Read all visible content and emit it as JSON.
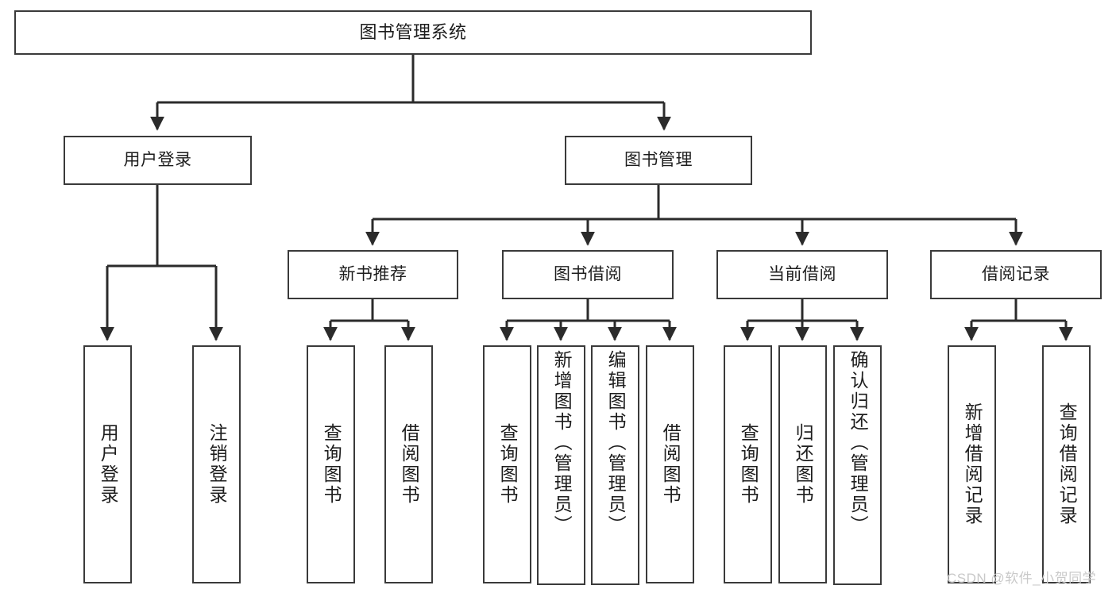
{
  "diagram": {
    "title": "图书管理系统",
    "type": "tree",
    "orientation": "top-down",
    "colors": {
      "box_border": "#3a3a3a",
      "box_fill": "#ffffff",
      "edge": "#2b2b2b",
      "text": "#1d1d1d",
      "watermark": "#c9c9c9",
      "background": "#ffffff"
    },
    "watermark": "CSDN @软件_小贺同学",
    "levels": {
      "root": {
        "label": "图书管理系统"
      },
      "level2": [
        {
          "label": "用户登录"
        },
        {
          "label": "图书管理"
        }
      ],
      "level3": [
        {
          "label": "新书推荐"
        },
        {
          "label": "图书借阅"
        },
        {
          "label": "当前借阅"
        },
        {
          "label": "借阅记录"
        }
      ],
      "leaves": {
        "user_login": [
          {
            "label": "用户登录"
          },
          {
            "label": "注销登录"
          }
        ],
        "new_book_recommend": [
          {
            "label": "查询图书"
          },
          {
            "label": "借阅图书"
          }
        ],
        "book_borrow": [
          {
            "label": "查询图书"
          },
          {
            "label": "新增图书（管理员）"
          },
          {
            "label": "编辑图书（管理员）"
          },
          {
            "label": "借阅图书"
          }
        ],
        "current_borrow": [
          {
            "label": "查询图书"
          },
          {
            "label": "归还图书"
          },
          {
            "label": "确认归还（管理员）"
          }
        ],
        "borrow_record": [
          {
            "label": "新增借阅记录"
          },
          {
            "label": "查询借阅记录"
          }
        ]
      }
    }
  }
}
